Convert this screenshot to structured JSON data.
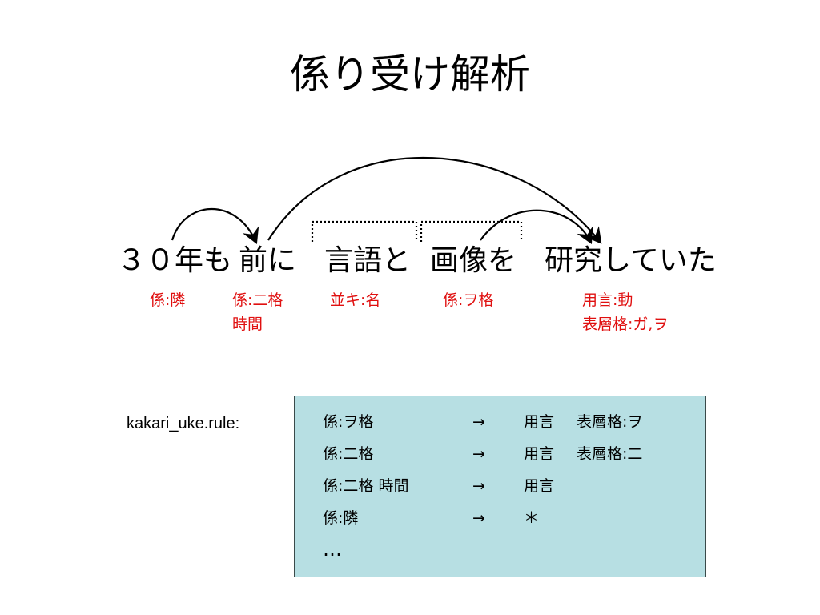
{
  "slide": {
    "title": "係り受け解析"
  },
  "phrases": [
    {
      "id": "p1",
      "text": "３０年も"
    },
    {
      "id": "p2",
      "text": "前に"
    },
    {
      "id": "p3",
      "text": "言語と"
    },
    {
      "id": "p4",
      "text": "画像を"
    },
    {
      "id": "p5",
      "text": "研究していた"
    }
  ],
  "tags": [
    {
      "id": "t1",
      "lines": [
        "係:隣"
      ]
    },
    {
      "id": "t2",
      "lines": [
        "係:二格",
        "時間"
      ]
    },
    {
      "id": "t3",
      "lines": [
        "並キ:名"
      ]
    },
    {
      "id": "t4",
      "lines": [
        "係:ヲ格"
      ]
    },
    {
      "id": "t5",
      "lines": [
        "用言:動",
        "表層格:ガ,ヲ"
      ]
    }
  ],
  "dependencies": [
    {
      "from": "p1",
      "to": "p2"
    },
    {
      "from": "p2",
      "to": "p5"
    },
    {
      "from": "p4",
      "to": "p5"
    }
  ],
  "parallel_brackets": [
    "p3",
    "p4"
  ],
  "rules": {
    "label": "kakari_uke.rule:",
    "rows": [
      {
        "lhs": "係:ヲ格",
        "arrow": "→",
        "rhs": "用言",
        "feature": "表層格:ヲ"
      },
      {
        "lhs": "係:二格",
        "arrow": "→",
        "rhs": "用言",
        "feature": "表層格:二"
      },
      {
        "lhs": "係:二格 時間",
        "arrow": "→",
        "rhs": "用言",
        "feature": ""
      },
      {
        "lhs": "係:隣",
        "arrow": "→",
        "rhs": "＊",
        "feature": ""
      }
    ],
    "ellipsis": "…"
  },
  "colors": {
    "tag_text": "#e01010",
    "rule_box_fill": "#b7dfe3"
  }
}
